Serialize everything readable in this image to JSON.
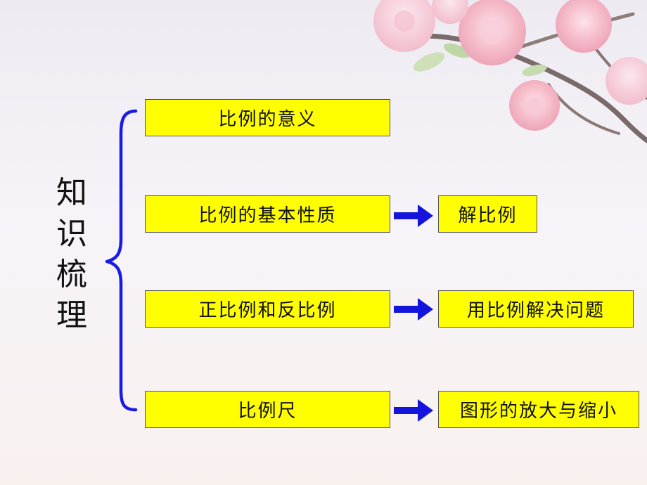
{
  "title": "知识梳理",
  "title_chars": [
    "知",
    "识",
    "梳",
    "理"
  ],
  "rows": [
    {
      "main": "比例的意义",
      "target": ""
    },
    {
      "main": "比例的基本性质",
      "target": "解比例"
    },
    {
      "main": "正比例和反比例",
      "target": "用比例解决问题"
    },
    {
      "main": "比例尺",
      "target": "图形的放大与缩小"
    }
  ],
  "colors": {
    "box_fill": "#ffff00",
    "bracket": "#1a1ae6",
    "arrow": "#1414dd",
    "text": "#111111"
  },
  "icons": {
    "bracket": "curly-brace-icon",
    "arrow": "right-arrow-icon",
    "decoration": "pink-flowers-branch-icon"
  }
}
